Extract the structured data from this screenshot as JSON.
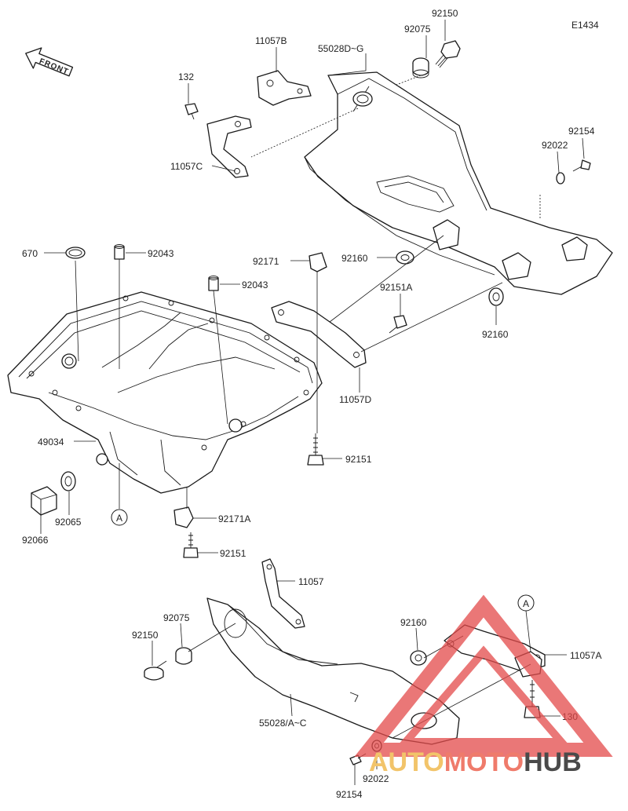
{
  "diagram_code": "E1434",
  "front_label": "FRONT",
  "ref_marker": "A",
  "labels": {
    "p92150_top": "92150",
    "p92075_top": "92075",
    "p11057B": "11057B",
    "p55028D_G": "55028D~G",
    "p132": "132",
    "p11057C": "11057C",
    "p92154_top": "92154",
    "p92022_top": "92022",
    "p670": "670",
    "p92043_a": "92043",
    "p92043_b": "92043",
    "p92171": "92171",
    "p92160_a": "92160",
    "p92151A": "92151A",
    "p92160_b": "92160",
    "p11057D": "11057D",
    "p49034": "49034",
    "p92151_a": "92151",
    "p92065": "92065",
    "p92066": "92066",
    "p92171A": "92171A",
    "p92151_b": "92151",
    "p11057": "11057",
    "p92075_bot": "92075",
    "p92150_bot": "92150",
    "p92160_c": "92160",
    "p11057A": "11057A",
    "p55028A_C": "55028/A~C",
    "p130": "130",
    "p92022_bot": "92022",
    "p92154_bot": "92154"
  },
  "watermark": {
    "auto": "AUTO",
    "moto": "MOTO",
    "hub": "HUB",
    "color_auto": "#f2c46a",
    "color_moto": "#ef7b6b",
    "color_hub": "#4a4a4a",
    "triangle_color": "#e34a4a"
  }
}
